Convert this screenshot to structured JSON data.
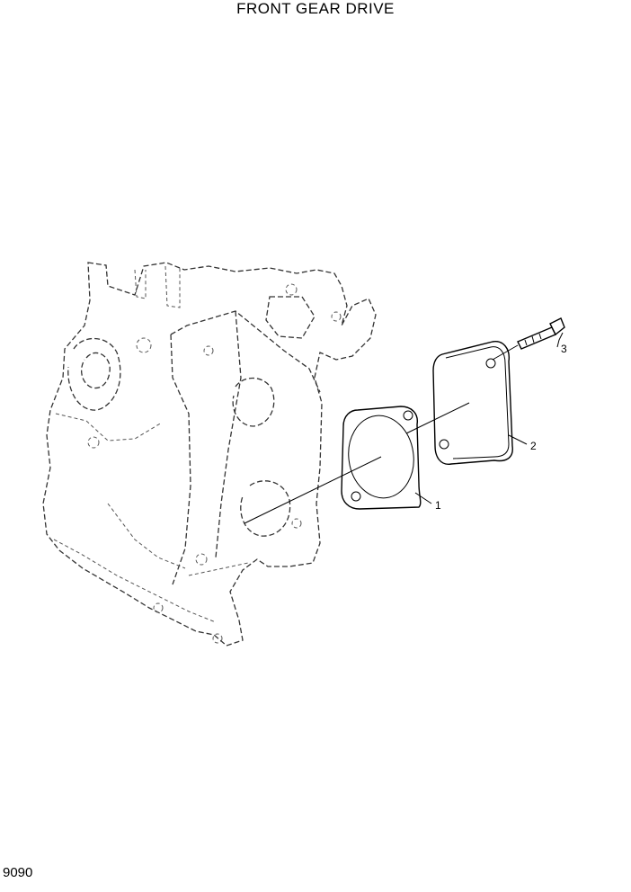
{
  "title": "FRONT GEAR DRIVE",
  "page_code": "9090",
  "callouts": [
    {
      "id": "1",
      "label": "1"
    },
    {
      "id": "2",
      "label": "2"
    },
    {
      "id": "3",
      "label": "3"
    }
  ]
}
